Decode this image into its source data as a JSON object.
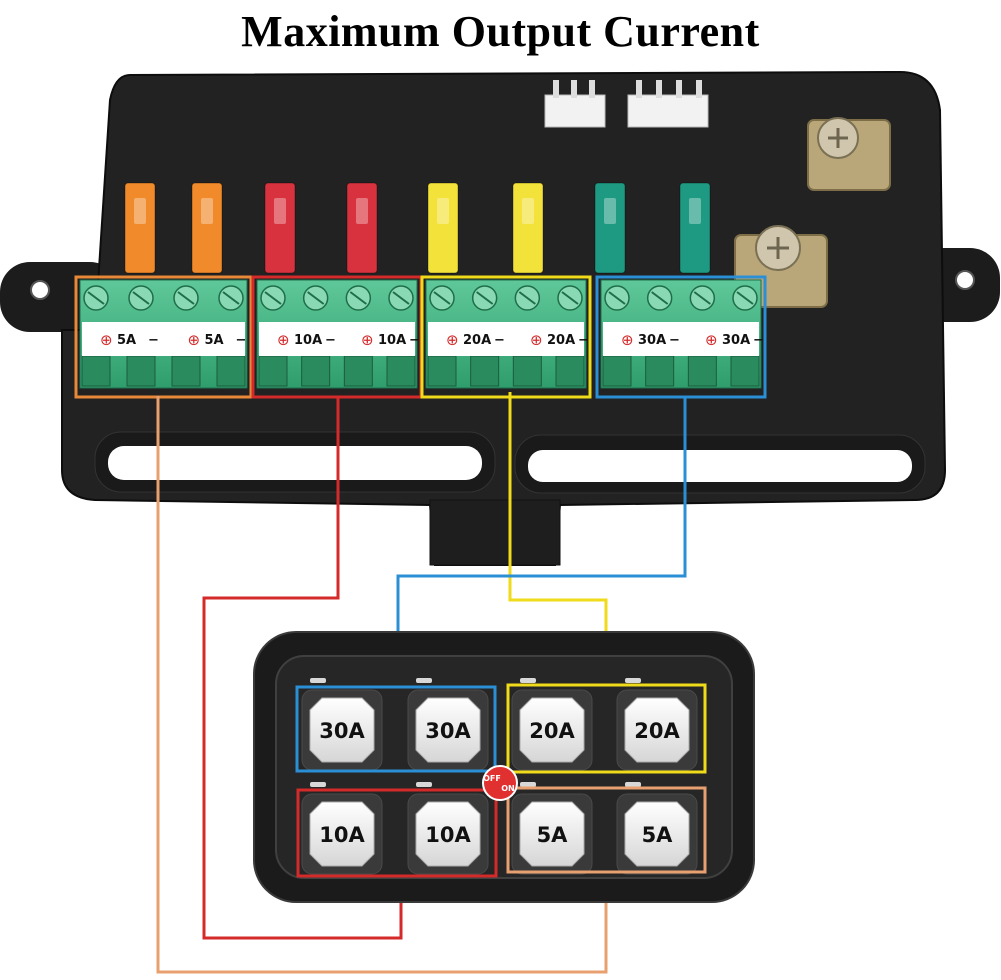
{
  "title": "Maximum Output Current",
  "terminals": [
    {
      "label": "5A",
      "color": "#e8893a"
    },
    {
      "label": "5A",
      "color": "#e8893a"
    },
    {
      "label": "10A",
      "color": "#d42a2a"
    },
    {
      "label": "10A",
      "color": "#d42a2a"
    },
    {
      "label": "20A",
      "color": "#efdb1a"
    },
    {
      "label": "20A",
      "color": "#efdb1a"
    },
    {
      "label": "30A",
      "color": "#2a8fd4"
    },
    {
      "label": "30A",
      "color": "#2a8fd4"
    }
  ],
  "fuse_colors": [
    "#f08a2a",
    "#f08a2a",
    "#d8323e",
    "#d8323e",
    "#f2e23a",
    "#f2e23a",
    "#1e9a82",
    "#1e9a82"
  ],
  "panel_buttons": {
    "row1": [
      "30A",
      "30A",
      "20A",
      "20A"
    ],
    "row2": [
      "10A",
      "10A",
      "5A",
      "5A"
    ]
  },
  "power_button": {
    "off": "OFF",
    "on": "ON"
  },
  "symbols": {
    "plus": "⊕",
    "minus": "−"
  },
  "colors": {
    "orange": "#e8893a",
    "red": "#d42a2a",
    "yellow": "#efdb1a",
    "blue": "#2a8fd4"
  }
}
